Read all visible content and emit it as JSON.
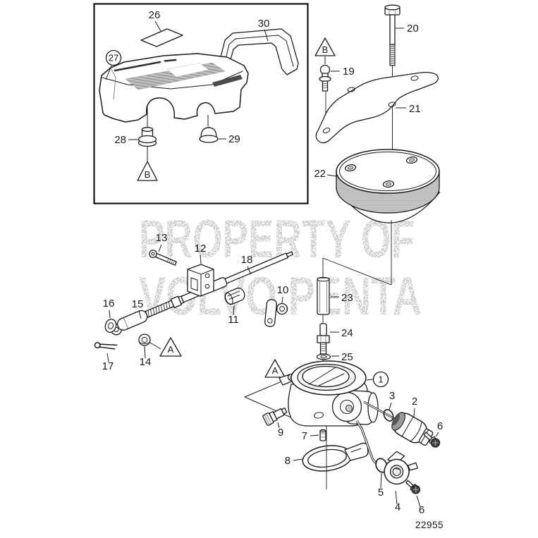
{
  "watermark": {
    "line1": "PROPERTY OF",
    "line2": "VOLVO PENTA"
  },
  "drawing_number": "22955",
  "view_markers": {
    "A": "A",
    "B": "B"
  },
  "callouts": {
    "1": "1",
    "2": "2",
    "3": "3",
    "4": "4",
    "5": "5",
    "6": "6",
    "7": "7",
    "8": "8",
    "9": "9",
    "10": "10",
    "11": "11",
    "12": "12",
    "13": "13",
    "14": "14",
    "15": "15",
    "16": "16",
    "17": "17",
    "18": "18",
    "19": "19",
    "20": "20",
    "21": "21",
    "22": "22",
    "23": "23",
    "24": "24",
    "25": "25",
    "26": "26",
    "27": "27",
    "28": "28",
    "29": "29",
    "30": "30"
  },
  "colors": {
    "paper": "#ffffff",
    "line": "#1a1a1a",
    "shade": "#c6c6c6",
    "watermark": "#979797",
    "screw_head": "#3f3f3f",
    "cover_band": "#bfbfbf",
    "logo_strip": "#4a4a4a"
  }
}
